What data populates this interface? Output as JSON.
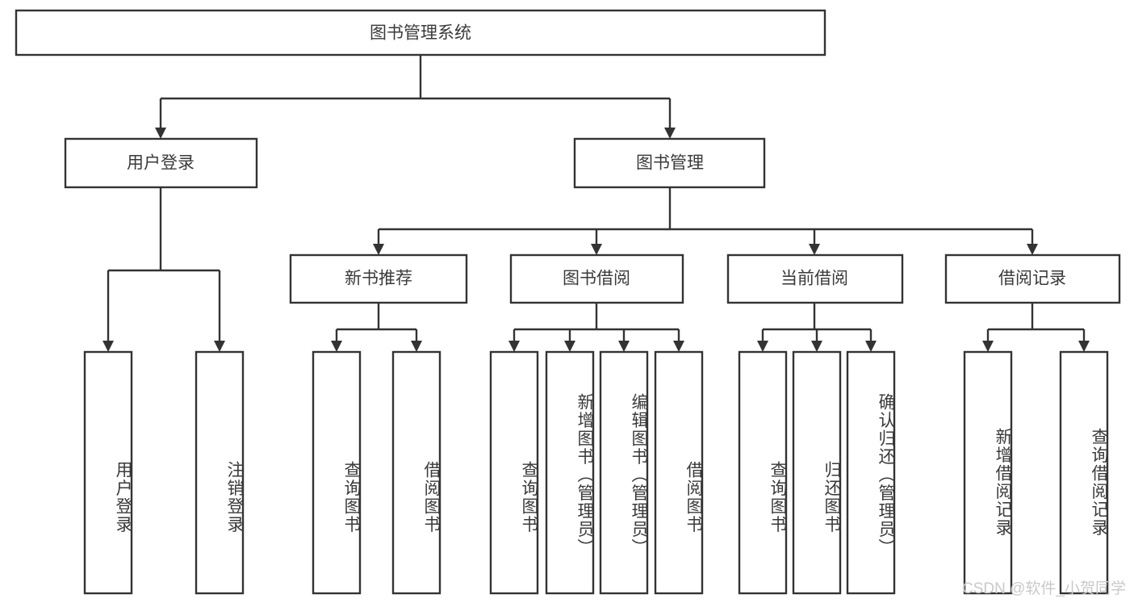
{
  "diagram": {
    "type": "tree-hierarchy",
    "title": "图书管理系统",
    "watermark": "CSDN @软件_小贺同学",
    "colors": {
      "box_stroke": "#333333",
      "box_fill": "#ffffff",
      "text": "#3a3a3a",
      "connector": "#333333",
      "watermark": "#c9c9c9",
      "background": "#ffffff"
    },
    "levels": {
      "root": {
        "label": "图书管理系统"
      },
      "level2": [
        {
          "label": "用户登录"
        },
        {
          "label": "图书管理"
        }
      ],
      "level3": [
        {
          "label": "新书推荐"
        },
        {
          "label": "图书借阅"
        },
        {
          "label": "当前借阅"
        },
        {
          "label": "借阅记录"
        }
      ],
      "leaves": {
        "user_login": [
          {
            "label": "用户登录"
          },
          {
            "label": "注销登录"
          }
        ],
        "new_book_recommend": [
          {
            "label": "查询图书"
          },
          {
            "label": "借阅图书"
          }
        ],
        "book_borrow": [
          {
            "label": "查询图书"
          },
          {
            "label": "新增图书（管理员）"
          },
          {
            "label": "编辑图书（管理员）"
          },
          {
            "label": "借阅图书"
          }
        ],
        "current_borrow": [
          {
            "label": "查询图书"
          },
          {
            "label": "归还图书"
          },
          {
            "label": "确认归还（管理员）"
          }
        ],
        "borrow_records": [
          {
            "label": "新增借阅记录"
          },
          {
            "label": "查询借阅记录"
          }
        ]
      }
    }
  }
}
